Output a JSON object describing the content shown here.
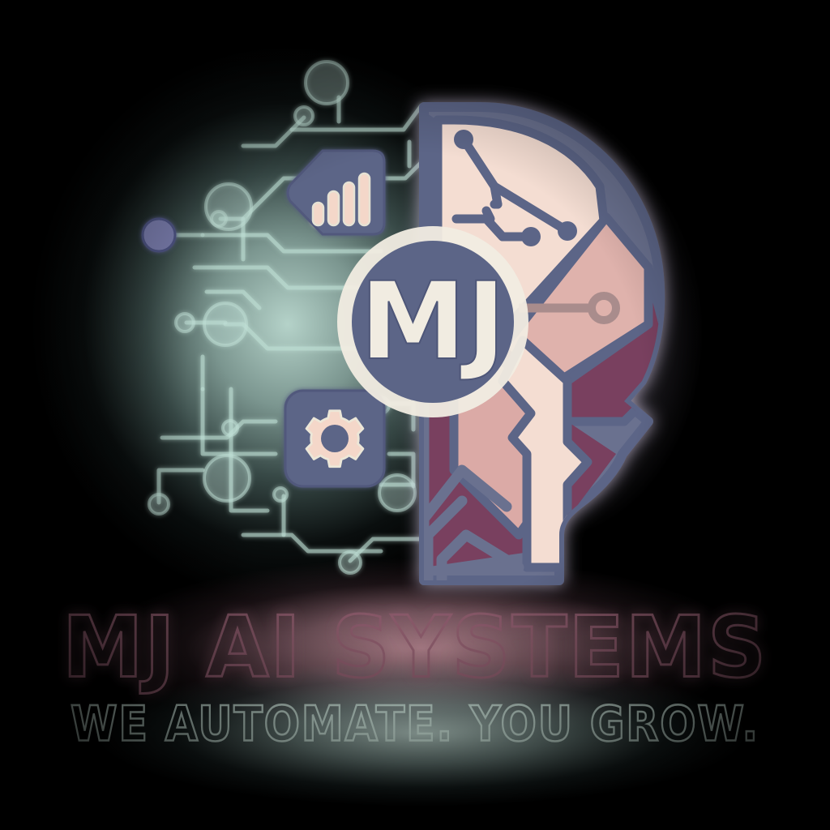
{
  "brand": {
    "monogram": "MJ",
    "title": "MJ AI SYSTEMS",
    "tagline": "WE AUTOMATE. YOU GROW."
  },
  "colors": {
    "background": "#000000",
    "slate_blue": "#5c6587",
    "slate_blue_dark": "#4c5575",
    "cream": "#f1ece1",
    "blush": "#f2d6cb",
    "rose": "#d9a9a6",
    "plum": "#79405f",
    "mint_glow": "#c4e4da",
    "rose_glow": "#e2a8b4",
    "periwinkle_node": "#7b7fb0"
  },
  "icons": {
    "monogram_badge": "mj-monogram-badge",
    "bar_chart": "bar-chart-icon",
    "gear": "gear-icon",
    "ai_head": "ai-head-profile",
    "circuit": "circuit-traces"
  },
  "chart_icon": {
    "bar_count": 4,
    "bar_heights": [
      40,
      62,
      80,
      96
    ]
  }
}
